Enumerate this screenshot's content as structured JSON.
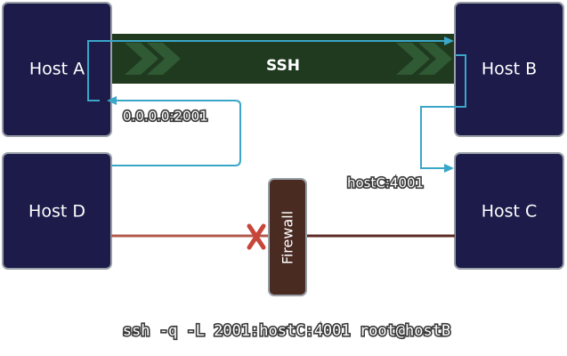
{
  "hosts": {
    "a": "Host A",
    "b": "Host B",
    "c": "Host C",
    "d": "Host D"
  },
  "tunnel": {
    "label": "SSH"
  },
  "ports": {
    "listen": "0.0.0.0:2001",
    "target": "hostC:4001"
  },
  "firewall": {
    "label": "Firewall"
  },
  "command": "ssh -q -L 2001:hostC:4001 root@hostB",
  "colors": {
    "host_fill": "#1c1b4a",
    "host_border": "#9aa0a8",
    "tunnel_fill": "#1f3a1f",
    "tunnel_chevron": "#2f5a34",
    "route_line": "#3aa6c8",
    "blocked_line": "#b25a4e",
    "firewall_fill": "#4a2b22",
    "blocked_mark": "#c8453a"
  }
}
